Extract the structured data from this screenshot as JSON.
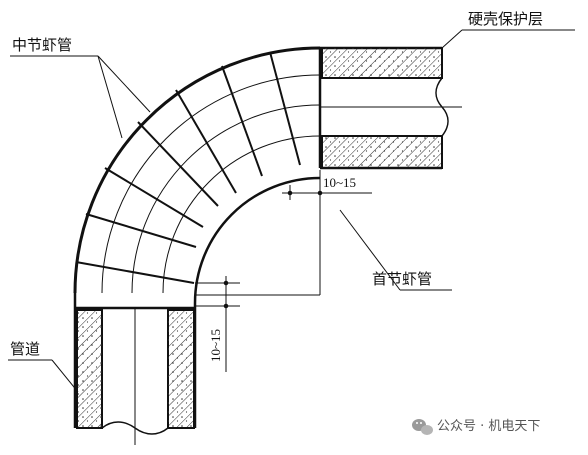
{
  "labels": {
    "middle_segment": "中节虾管",
    "hard_shell": "硬壳保护层",
    "end_segment": "首节虾管",
    "pipe": "管道",
    "gap_top": "10~15",
    "gap_side": "10~15"
  },
  "watermark": {
    "icon": "wechat-icon",
    "text": "公众号 · 机电天下"
  },
  "colors": {
    "line": "#111111",
    "hatch": "#333333",
    "background": "#ffffff"
  }
}
